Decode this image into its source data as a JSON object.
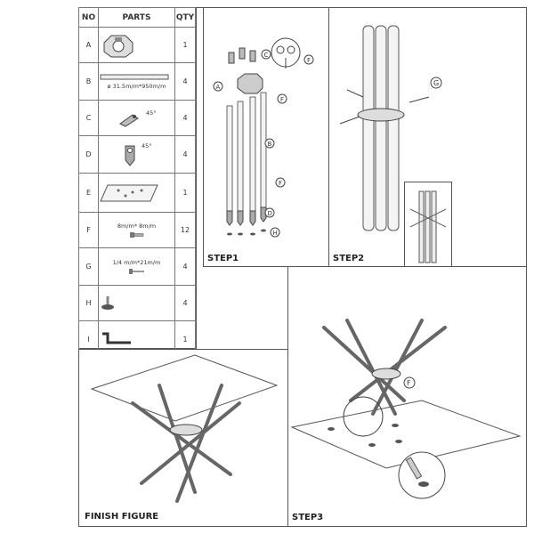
{
  "table": {
    "headers": {
      "no": "NO",
      "parts": "PARTS",
      "qty": "QTY"
    },
    "rows": [
      {
        "no": "A",
        "spec": "",
        "qty": "1"
      },
      {
        "no": "B",
        "spec": "ø 31.5m/m*950m/m",
        "qty": "4"
      },
      {
        "no": "C",
        "spec": "45°",
        "qty": "4"
      },
      {
        "no": "D",
        "spec": "45°",
        "qty": "4"
      },
      {
        "no": "E",
        "spec": "",
        "qty": "1"
      },
      {
        "no": "F",
        "spec": "8m/m* 8m/m",
        "qty": "12"
      },
      {
        "no": "G",
        "spec": "1/4 m/m*21m/m",
        "qty": "4"
      },
      {
        "no": "H",
        "spec": "",
        "qty": "4"
      },
      {
        "no": "I",
        "spec": "",
        "qty": "1"
      }
    ]
  },
  "steps": {
    "step1": "STEP1",
    "step2": "STEP2",
    "step3": "STEP3",
    "finish": "FINISH  FIGURE"
  },
  "callouts": {
    "a": "A",
    "b": "B",
    "c": "C",
    "d": "D",
    "f": "F",
    "g": "G",
    "h": "H"
  },
  "icons": [
    "hub-icon",
    "tube-icon",
    "bracket-icon",
    "foot-bracket-icon",
    "plate-icon",
    "bolt-icon",
    "screw-icon",
    "leveler-foot-icon",
    "allen-key-icon"
  ]
}
